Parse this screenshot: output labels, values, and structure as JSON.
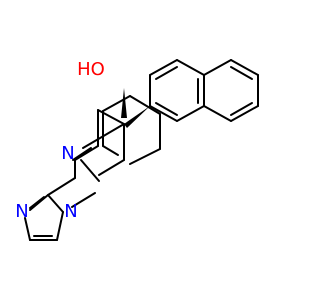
{
  "molecule": {
    "atoms": {
      "oh": "HO",
      "n_piperidine": "N",
      "n_imidazole": "N",
      "n_methyl": "N"
    },
    "colors": {
      "oxygen": "#ff0000",
      "nitrogen": "#0000ff",
      "bond": "#000000"
    }
  }
}
